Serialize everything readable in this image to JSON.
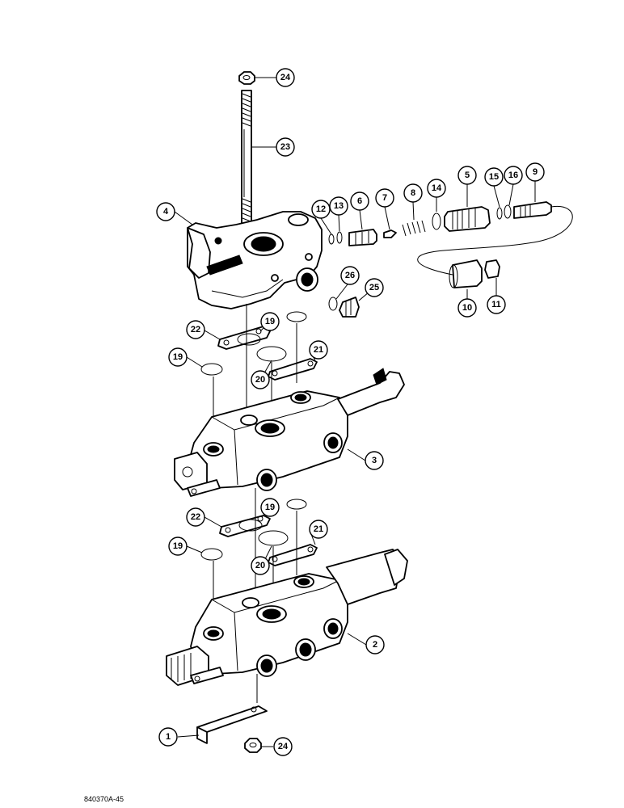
{
  "diagram": {
    "callouts": [
      {
        "id": "c24top",
        "label": "24"
      },
      {
        "id": "c23",
        "label": "23"
      },
      {
        "id": "c4",
        "label": "4"
      },
      {
        "id": "c12",
        "label": "12"
      },
      {
        "id": "c13",
        "label": "13"
      },
      {
        "id": "c6",
        "label": "6"
      },
      {
        "id": "c7",
        "label": "7"
      },
      {
        "id": "c8",
        "label": "8"
      },
      {
        "id": "c14",
        "label": "14"
      },
      {
        "id": "c5",
        "label": "5"
      },
      {
        "id": "c15",
        "label": "15"
      },
      {
        "id": "c16",
        "label": "16"
      },
      {
        "id": "c9",
        "label": "9"
      },
      {
        "id": "c26",
        "label": "26"
      },
      {
        "id": "c25",
        "label": "25"
      },
      {
        "id": "c10",
        "label": "10"
      },
      {
        "id": "c11",
        "label": "11"
      },
      {
        "id": "c22a",
        "label": "22"
      },
      {
        "id": "c19a",
        "label": "19"
      },
      {
        "id": "c21a",
        "label": "21"
      },
      {
        "id": "c19b",
        "label": "19"
      },
      {
        "id": "c20a",
        "label": "20"
      },
      {
        "id": "c3",
        "label": "3"
      },
      {
        "id": "c22b",
        "label": "22"
      },
      {
        "id": "c19c",
        "label": "19"
      },
      {
        "id": "c21b",
        "label": "21"
      },
      {
        "id": "c19d",
        "label": "19"
      },
      {
        "id": "c20b",
        "label": "20"
      },
      {
        "id": "c2",
        "label": "2"
      },
      {
        "id": "c1",
        "label": "1"
      },
      {
        "id": "c24bot",
        "label": "24"
      }
    ],
    "reference_code": "840370A-45"
  }
}
